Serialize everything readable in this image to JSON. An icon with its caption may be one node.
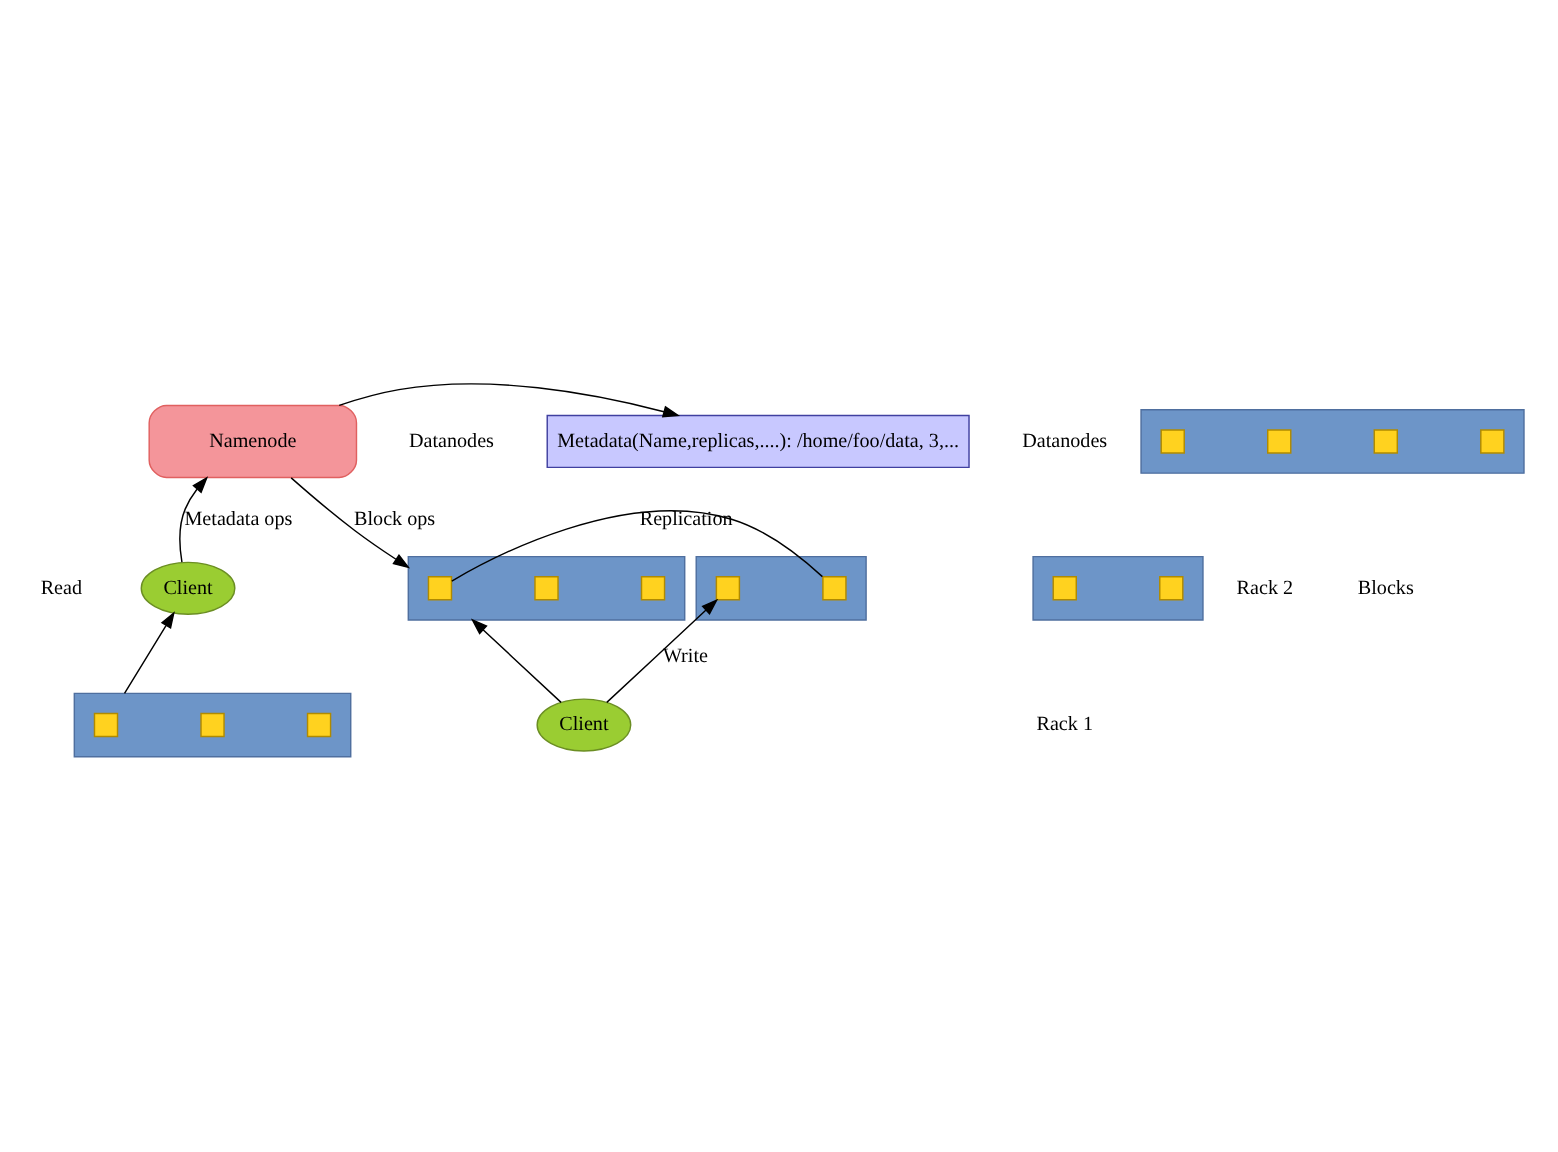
{
  "diagram": {
    "nodes": [
      {
        "text": [
          "Namenode"
        ]
      },
      {
        "text": [
          "Metadata(Name,replicas,....): /home/foo/data, 3,..."
        ]
      },
      {
        "text": [
          "Client"
        ]
      },
      {
        "text": [],
        "shape": "box"
      },
      {
        "text": [],
        "shape": "box",
        "in": 3
      },
      {
        "text": [],
        "shape": "box",
        "in": 3
      },
      {
        "text": [],
        "shape": "box",
        "in": 3
      },
      {
        "text": [],
        "shape": "box"
      },
      {
        "text": [],
        "shape": "box",
        "in": 7
      },
      {
        "text": [],
        "shape": "box",
        "in": 7
      },
      {
        "text": [],
        "shape": "box"
      },
      {
        "text": [],
        "shape": "box",
        "in": 10
      },
      {
        "text": [],
        "shape": "box",
        "in": 10
      },
      {
        "text": [],
        "shape": "box"
      },
      {
        "text": [],
        "shape": "box",
        "in": 13
      },
      {
        "text": [],
        "shape": "box",
        "in": 13
      },
      {
        "text": [],
        "shape": "box",
        "in": 13
      },
      {
        "text": [],
        "shape": "box"
      },
      {
        "text": [],
        "shape": "box",
        "in": 17
      },
      {
        "text": [],
        "shape": "box",
        "in": 17
      },
      {
        "text": [],
        "shape": "box",
        "in": 17
      },
      {
        "text": [],
        "shape": "box",
        "in": 17
      },
      {
        "text": [
          "Client"
        ]
      }
    ],
    "edges": [
      {
        "from": 0,
        "to": 1,
        "arrow": "to"
      },
      {
        "from": 2,
        "to": 0,
        "arrow": "to",
        "label": "Metadata ops"
      },
      {
        "from": 3,
        "to": 2,
        "arrow": "to"
      },
      {
        "from": 0,
        "to": 13,
        "arrow": "to",
        "label": "Block ops"
      },
      {
        "from": 12,
        "to": 14,
        "arrow": "none",
        "label": "Replication"
      },
      {
        "from": 22,
        "to": 11,
        "arrow": "to",
        "label": "Write"
      },
      {
        "from": 22,
        "to": 13,
        "arrow": "to"
      }
    ],
    "labels": [
      "Read",
      "Datanodes",
      "Datanodes",
      "Blocks",
      "Rack 1",
      "Rack 2"
    ]
  }
}
